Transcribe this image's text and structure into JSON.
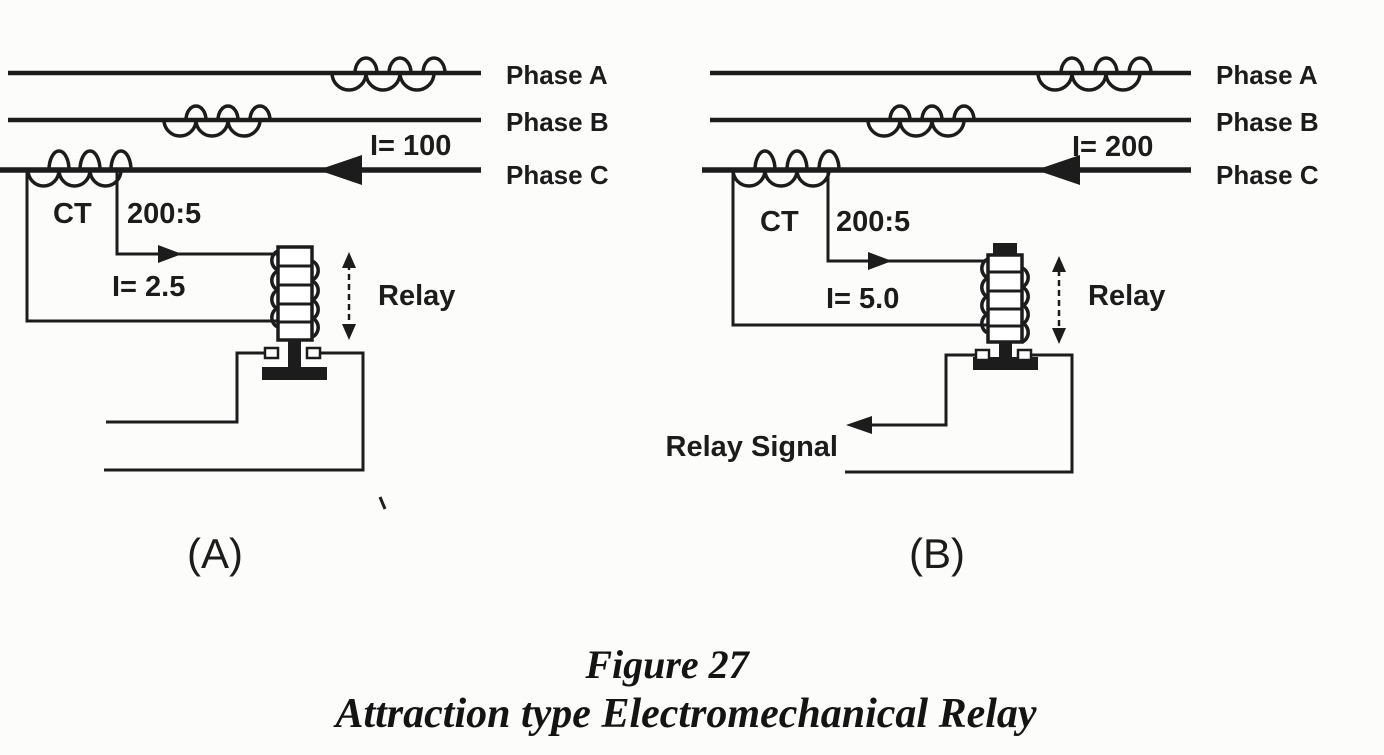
{
  "colors": {
    "ink": "#1c1c1c",
    "paper": "#fcfcfb"
  },
  "panel_a": {
    "label": "(A)",
    "phase_a": "Phase A",
    "phase_b": "Phase B",
    "phase_c": "Phase C",
    "line_current": "I= 100",
    "ct": "CT",
    "ct_ratio": "200:5",
    "relay_current": "I= 2.5",
    "relay": "Relay",
    "contact_state": "open"
  },
  "panel_b": {
    "label": "(B)",
    "phase_a": "Phase A",
    "phase_b": "Phase B",
    "phase_c": "Phase C",
    "line_current": "I= 200",
    "ct": "CT",
    "ct_ratio": "200:5",
    "relay_current": "I= 5.0",
    "relay": "Relay",
    "output": "Relay Signal",
    "contact_state": "closed"
  },
  "caption": {
    "line1": "Figure 27",
    "line2": "Attraction type Electromechanical Relay"
  }
}
